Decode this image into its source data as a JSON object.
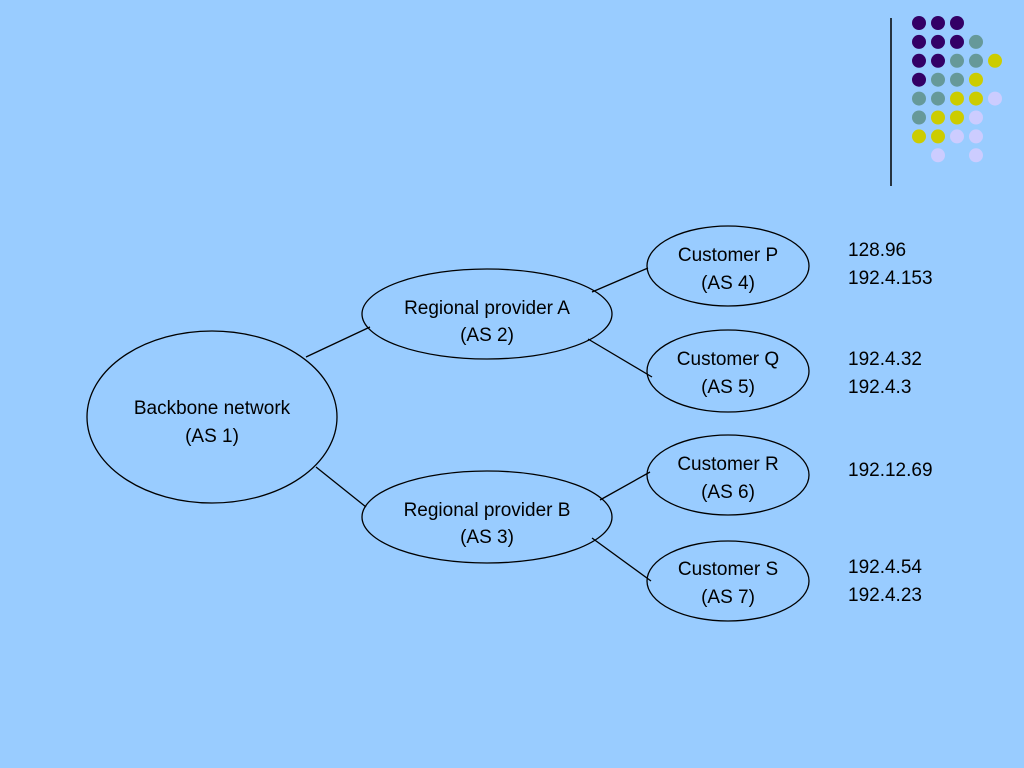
{
  "slide": {
    "background": "#99ccff",
    "dot_colors": {
      "purple": "#330066",
      "teal": "#669999",
      "yellow": "#cccc00",
      "lavender": "#ccccff"
    }
  },
  "nodes": {
    "backbone": {
      "line1": "Backbone network",
      "line2": "(AS 1)"
    },
    "provider_a": {
      "line1": "Regional provider A",
      "line2": "(AS 2)"
    },
    "provider_b": {
      "line1": "Regional provider B",
      "line2": "(AS 3)"
    },
    "customer_p": {
      "line1": "Customer P",
      "line2": "(AS 4)"
    },
    "customer_q": {
      "line1": "Customer Q",
      "line2": "(AS 5)"
    },
    "customer_r": {
      "line1": "Customer R",
      "line2": "(AS 6)"
    },
    "customer_s": {
      "line1": "Customer S",
      "line2": "(AS 7)"
    }
  },
  "prefixes": {
    "customer_p": [
      "128.96",
      "192.4.153"
    ],
    "customer_q": [
      "192.4.32",
      "192.4.3"
    ],
    "customer_r": [
      "192.12.69"
    ],
    "customer_s": [
      "192.4.54",
      "192.4.23"
    ]
  }
}
